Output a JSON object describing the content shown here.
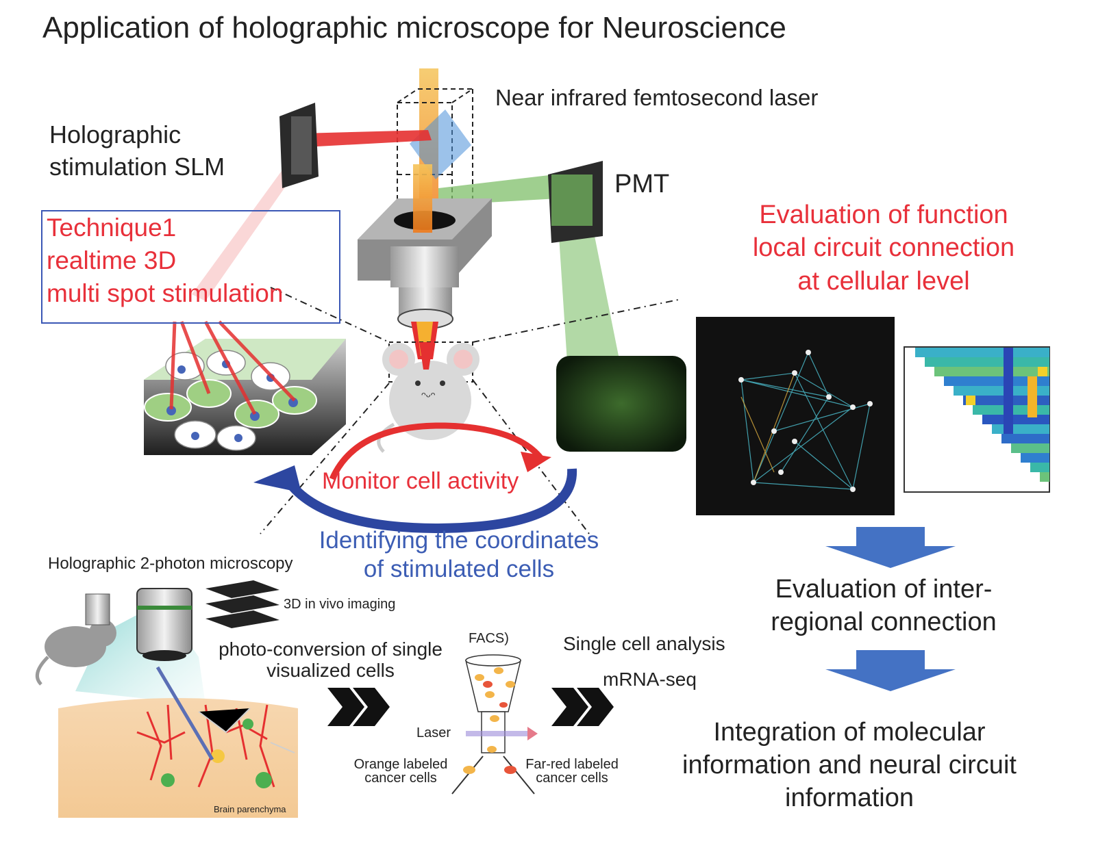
{
  "title": "Application of holographic microscope for Neuroscience",
  "labels": {
    "laser": "Near infrared femtosecond laser",
    "slm_line1": "Holographic",
    "slm_line2": "stimulation SLM",
    "pmt": "PMT",
    "technique_line1": "Technique1",
    "technique_line2": "realtime 3D",
    "technique_line3": "multi spot stimulation",
    "eval_line1": "Evaluation of function",
    "eval_line2": "local circuit connection",
    "eval_line3": "at cellular level",
    "monitor": "Monitor cell activity",
    "identify_line1": "Identifying the coordinates",
    "identify_line2": "of stimulated cells",
    "holo2p": "Holographic 2-photon microscopy",
    "imaging3d": "3D in vivo imaging",
    "photoconv_line1": "photo-conversion of single",
    "photoconv_line2": "visualized cells",
    "facs": "FACS)",
    "single_cell": "Single cell analysis",
    "mrna": "mRNA-seq",
    "laser_small": "Laser",
    "orange_line1": "Orange labeled",
    "orange_line2": "cancer cells",
    "farred_line1": "Far-red labeled",
    "farred_line2": "cancer cells",
    "brain": "Brain parenchyma",
    "inter_line1": "Evaluation of inter-",
    "inter_line2": "regional connection",
    "integ_line1": "Integration of molecular",
    "integ_line2": "information and neural circuit",
    "integ_line3": "information"
  },
  "colors": {
    "red_text": "#e8303a",
    "blue_text": "#3c5db4",
    "arrow_blue": "#4472c4",
    "laser_red": "#e53030",
    "pmt_green": "#7fbf6a",
    "box_border": "#3a57b5"
  }
}
